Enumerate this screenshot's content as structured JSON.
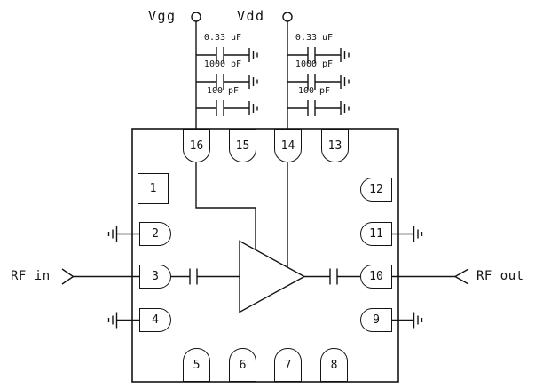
{
  "diagram": {
    "kind": "circuit-schematic",
    "description": "RF amplifier IC application circuit with supply decoupling",
    "colors": {
      "line": "#141414",
      "background": "#ffffff"
    }
  },
  "supplies": [
    {
      "label": "Vgg",
      "connected_pin": "16",
      "decoupling_capacitors": [
        "0.33 uF",
        "1000 pF",
        "100 pF"
      ]
    },
    {
      "label": "Vdd",
      "connected_pin": "14",
      "decoupling_capacitors": [
        "0.33 uF",
        "1000 pF",
        "100 pF"
      ]
    }
  ],
  "ports": {
    "input_label": "RF in",
    "input_pin": "3",
    "output_label": "RF out",
    "output_pin": "10"
  },
  "ic": {
    "grounded_pins": [
      "2",
      "4",
      "9",
      "11"
    ],
    "pins": [
      "1",
      "2",
      "3",
      "4",
      "5",
      "6",
      "7",
      "8",
      "9",
      "10",
      "11",
      "12",
      "13",
      "14",
      "15",
      "16"
    ]
  }
}
